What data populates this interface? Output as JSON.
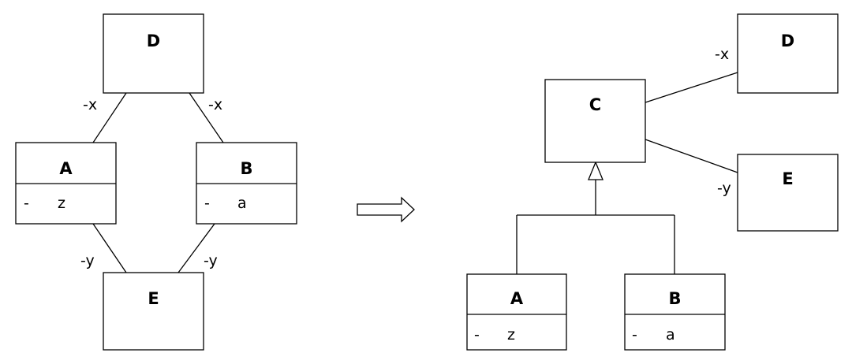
{
  "left": {
    "classes": {
      "D": {
        "name": "D"
      },
      "A": {
        "name": "A",
        "attr_visibility": "-",
        "attr_name": "z"
      },
      "B": {
        "name": "B",
        "attr_visibility": "-",
        "attr_name": "a"
      },
      "E": {
        "name": "E"
      }
    },
    "roles": {
      "a_d": "-x",
      "b_d": "-x",
      "a_e": "-y",
      "b_e": "-y"
    }
  },
  "right": {
    "classes": {
      "C": {
        "name": "C"
      },
      "D": {
        "name": "D"
      },
      "E": {
        "name": "E"
      },
      "A": {
        "name": "A",
        "attr_visibility": "-",
        "attr_name": "z"
      },
      "B": {
        "name": "B",
        "attr_visibility": "-",
        "attr_name": "a"
      }
    },
    "roles": {
      "c_d": "-x",
      "c_e": "-y"
    }
  }
}
